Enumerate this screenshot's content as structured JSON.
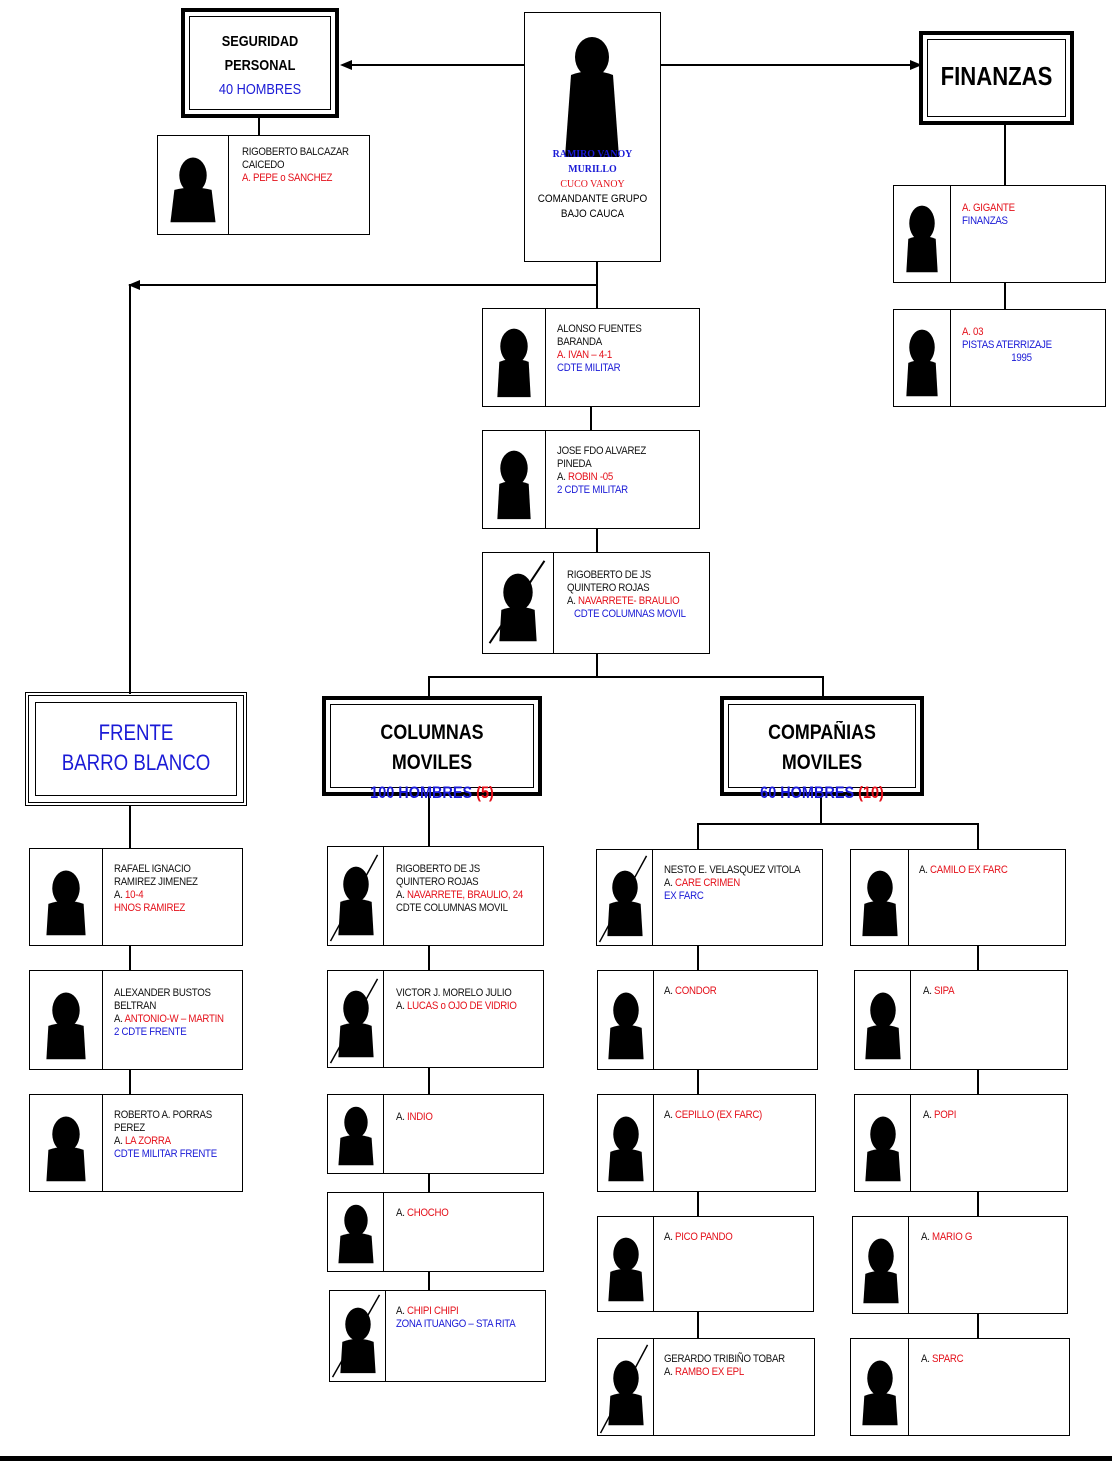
{
  "boxes": {
    "seguridad": {
      "l1": "SEGURIDAD",
      "l2": "PERSONAL",
      "l3": "40 HOMBRES"
    },
    "finanzas": {
      "l1": "FINANZAS"
    },
    "frente": {
      "l1": "FRENTE",
      "l2": "BARRO BLANCO"
    },
    "columnas": {
      "l1": "COLUMNAS MOVILES",
      "l2": "100 HOMBRES",
      "l3": "(5)"
    },
    "companias": {
      "l1": "COMPAÑIAS MOVILES",
      "l2": "60 HOMBRES",
      "l3": "(10)"
    }
  },
  "leader": {
    "l1": "RAMIRO VANOY",
    "l2": "MURILLO",
    "l3": "CUCO VANOY",
    "l4": "COMANDANTE GRUPO",
    "l5": "BAJO CAUCA"
  },
  "people": {
    "rigoberto_balcazar": {
      "l1": "RIGOBERTO  BALCAZAR",
      "l2": "CAICEDO",
      "l3": "A. PEPE o SANCHEZ"
    },
    "gigante": {
      "l1": "A. GIGANTE",
      "l2": "FINANZAS"
    },
    "a03": {
      "l1": "A.  03",
      "l2": "PISTAS  ATERRIZAJE",
      "l3": "1995"
    },
    "alonso": {
      "l1": "ALONSO FUENTES",
      "l2": "BARANDA",
      "l3": "A. IVAN – 4-1",
      "l4": "CDTE  MILITAR"
    },
    "jose": {
      "l1": "JOSE FDO  ALVAREZ",
      "l2": "PINEDA",
      "l3a": "A. ",
      "l3b": "ROBIN -05",
      "l4": "2 CDTE MILITAR"
    },
    "rigoberto_quintero": {
      "l1": "RIGOBERTO DE JS",
      "l2": "QUINTERO ROJAS",
      "l3a": "A. ",
      "l3b": "NAVARRETE- BRAULIO",
      "l4": "CDTE COLUMNAS MOVIL"
    },
    "rafael": {
      "l1": "RAFAEL IGNACIO",
      "l2": "RAMIREZ JIMENEZ",
      "l3a": "A. ",
      "l3b": "10-4",
      "l4": "HNOS RAMIREZ"
    },
    "alexander": {
      "l1": "ALEXANDER BUSTOS",
      "l2": "BELTRAN",
      "l3a": "A. ",
      "l3b": "ANTONIO-W – MARTIN",
      "l4": "2 CDTE FRENTE"
    },
    "roberto": {
      "l1": "ROBERTO A. PORRAS",
      "l2": "PEREZ",
      "l3a": "A. ",
      "l3b": "LA ZORRA",
      "l4": "CDTE MILITAR FRENTE"
    },
    "col_rigoberto": {
      "l1": "RIGOBERTO DE JS",
      "l2": "QUINTERO ROJAS",
      "l3a": "A. ",
      "l3b": "NAVARRETE, BRAULIO, 24",
      "l4": "CDTE COLUMNAS MOVIL"
    },
    "victor": {
      "l1": "VICTOR J. MORELO JULIO",
      "l2a": "A. ",
      "l2b": "LUCAS o OJO DE VIDRIO"
    },
    "indio": {
      "l1a": "A. ",
      "l1b": "INDIO"
    },
    "chocho": {
      "l1a": "A. ",
      "l1b": "CHOCHO"
    },
    "chipi": {
      "l1a": "A. ",
      "l1b": "CHIPI CHIPI",
      "l2": "ZONA ITUANGO – STA RITA"
    },
    "nesto": {
      "l1": "NESTO E. VELASQUEZ VITOLA",
      "l2a": "A. ",
      "l2b": "CARE CRIMEN",
      "l3": "EX FARC"
    },
    "condor": {
      "l1a": "A. ",
      "l1b": "CONDOR"
    },
    "cepillo": {
      "l1a": "A. ",
      "l1b": "CEPILLO (EX FARC)"
    },
    "pico": {
      "l1a": "A. ",
      "l1b": "PICO PANDO"
    },
    "gerardo": {
      "l1": "GERARDO TRIBIÑO TOBAR",
      "l2a": "A. ",
      "l2b": "RAMBO EX EPL"
    },
    "camilo": {
      "l1a": "A. ",
      "l1b": "CAMILO EX FARC"
    },
    "sipa": {
      "l1a": "A. ",
      "l1b": "SIPA"
    },
    "popi": {
      "l1a": "A. ",
      "l1b": "POPI"
    },
    "mario": {
      "l1a": "A. ",
      "l1b": "MARIO G"
    },
    "sparc": {
      "l1a": "A. ",
      "l1b": "SPARC"
    }
  },
  "colors": {
    "red": "#e4101a",
    "blue": "#1a1ad6"
  }
}
